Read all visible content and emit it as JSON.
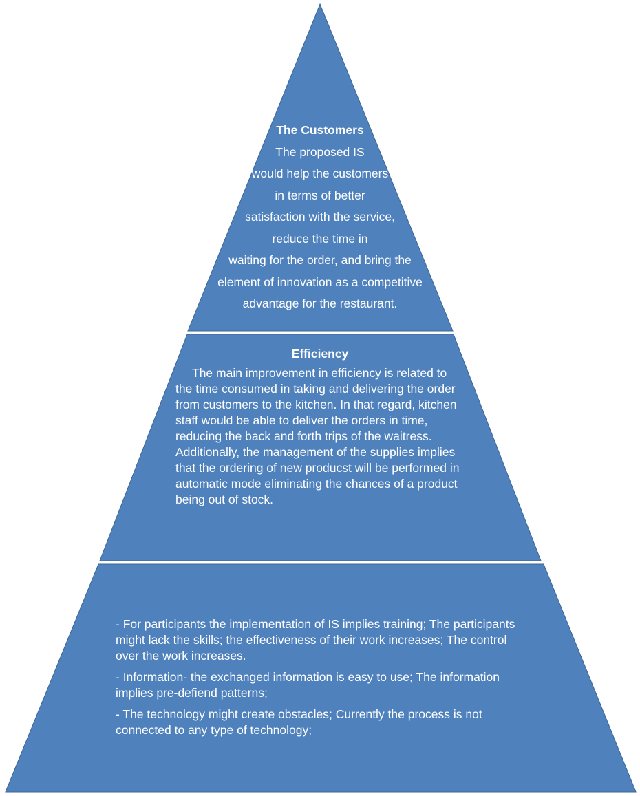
{
  "pyramid": {
    "fill": "#4f81bd",
    "top": {
      "title": "The Customers",
      "lines": [
        "The proposed IS",
        "would help the customers",
        "in  terms of better",
        "satisfaction with the  service,",
        "reduce the time in",
        "waiting for the order, and bring the",
        "element of innovation as a  competitive",
        "advantage for the restaurant."
      ]
    },
    "middle": {
      "title": "Efficiency",
      "body": "The main improvement in efficiency is related to  the time consumed in taking and delivering the order from customers to the kitchen. In that regard, kitchen staff would be able to deliver the orders in time, reducing the back and forth trips of the waitress. Additionally, the management of the supplies implies that the ordering of new producst will be performed in automatic mode eliminating the chances of a product being out of stock."
    },
    "bottom": {
      "items": [
        "- For participants the implementation of IS implies training; The participants might lack the skills; the effectiveness of their work increases; The control over the work increases.",
        "- Information- the exchanged information is easy to use; The information implies pre-defiend patterns;",
        "- The technology might create obstacles; Currently the process is not connected to any type of technology;"
      ]
    }
  }
}
